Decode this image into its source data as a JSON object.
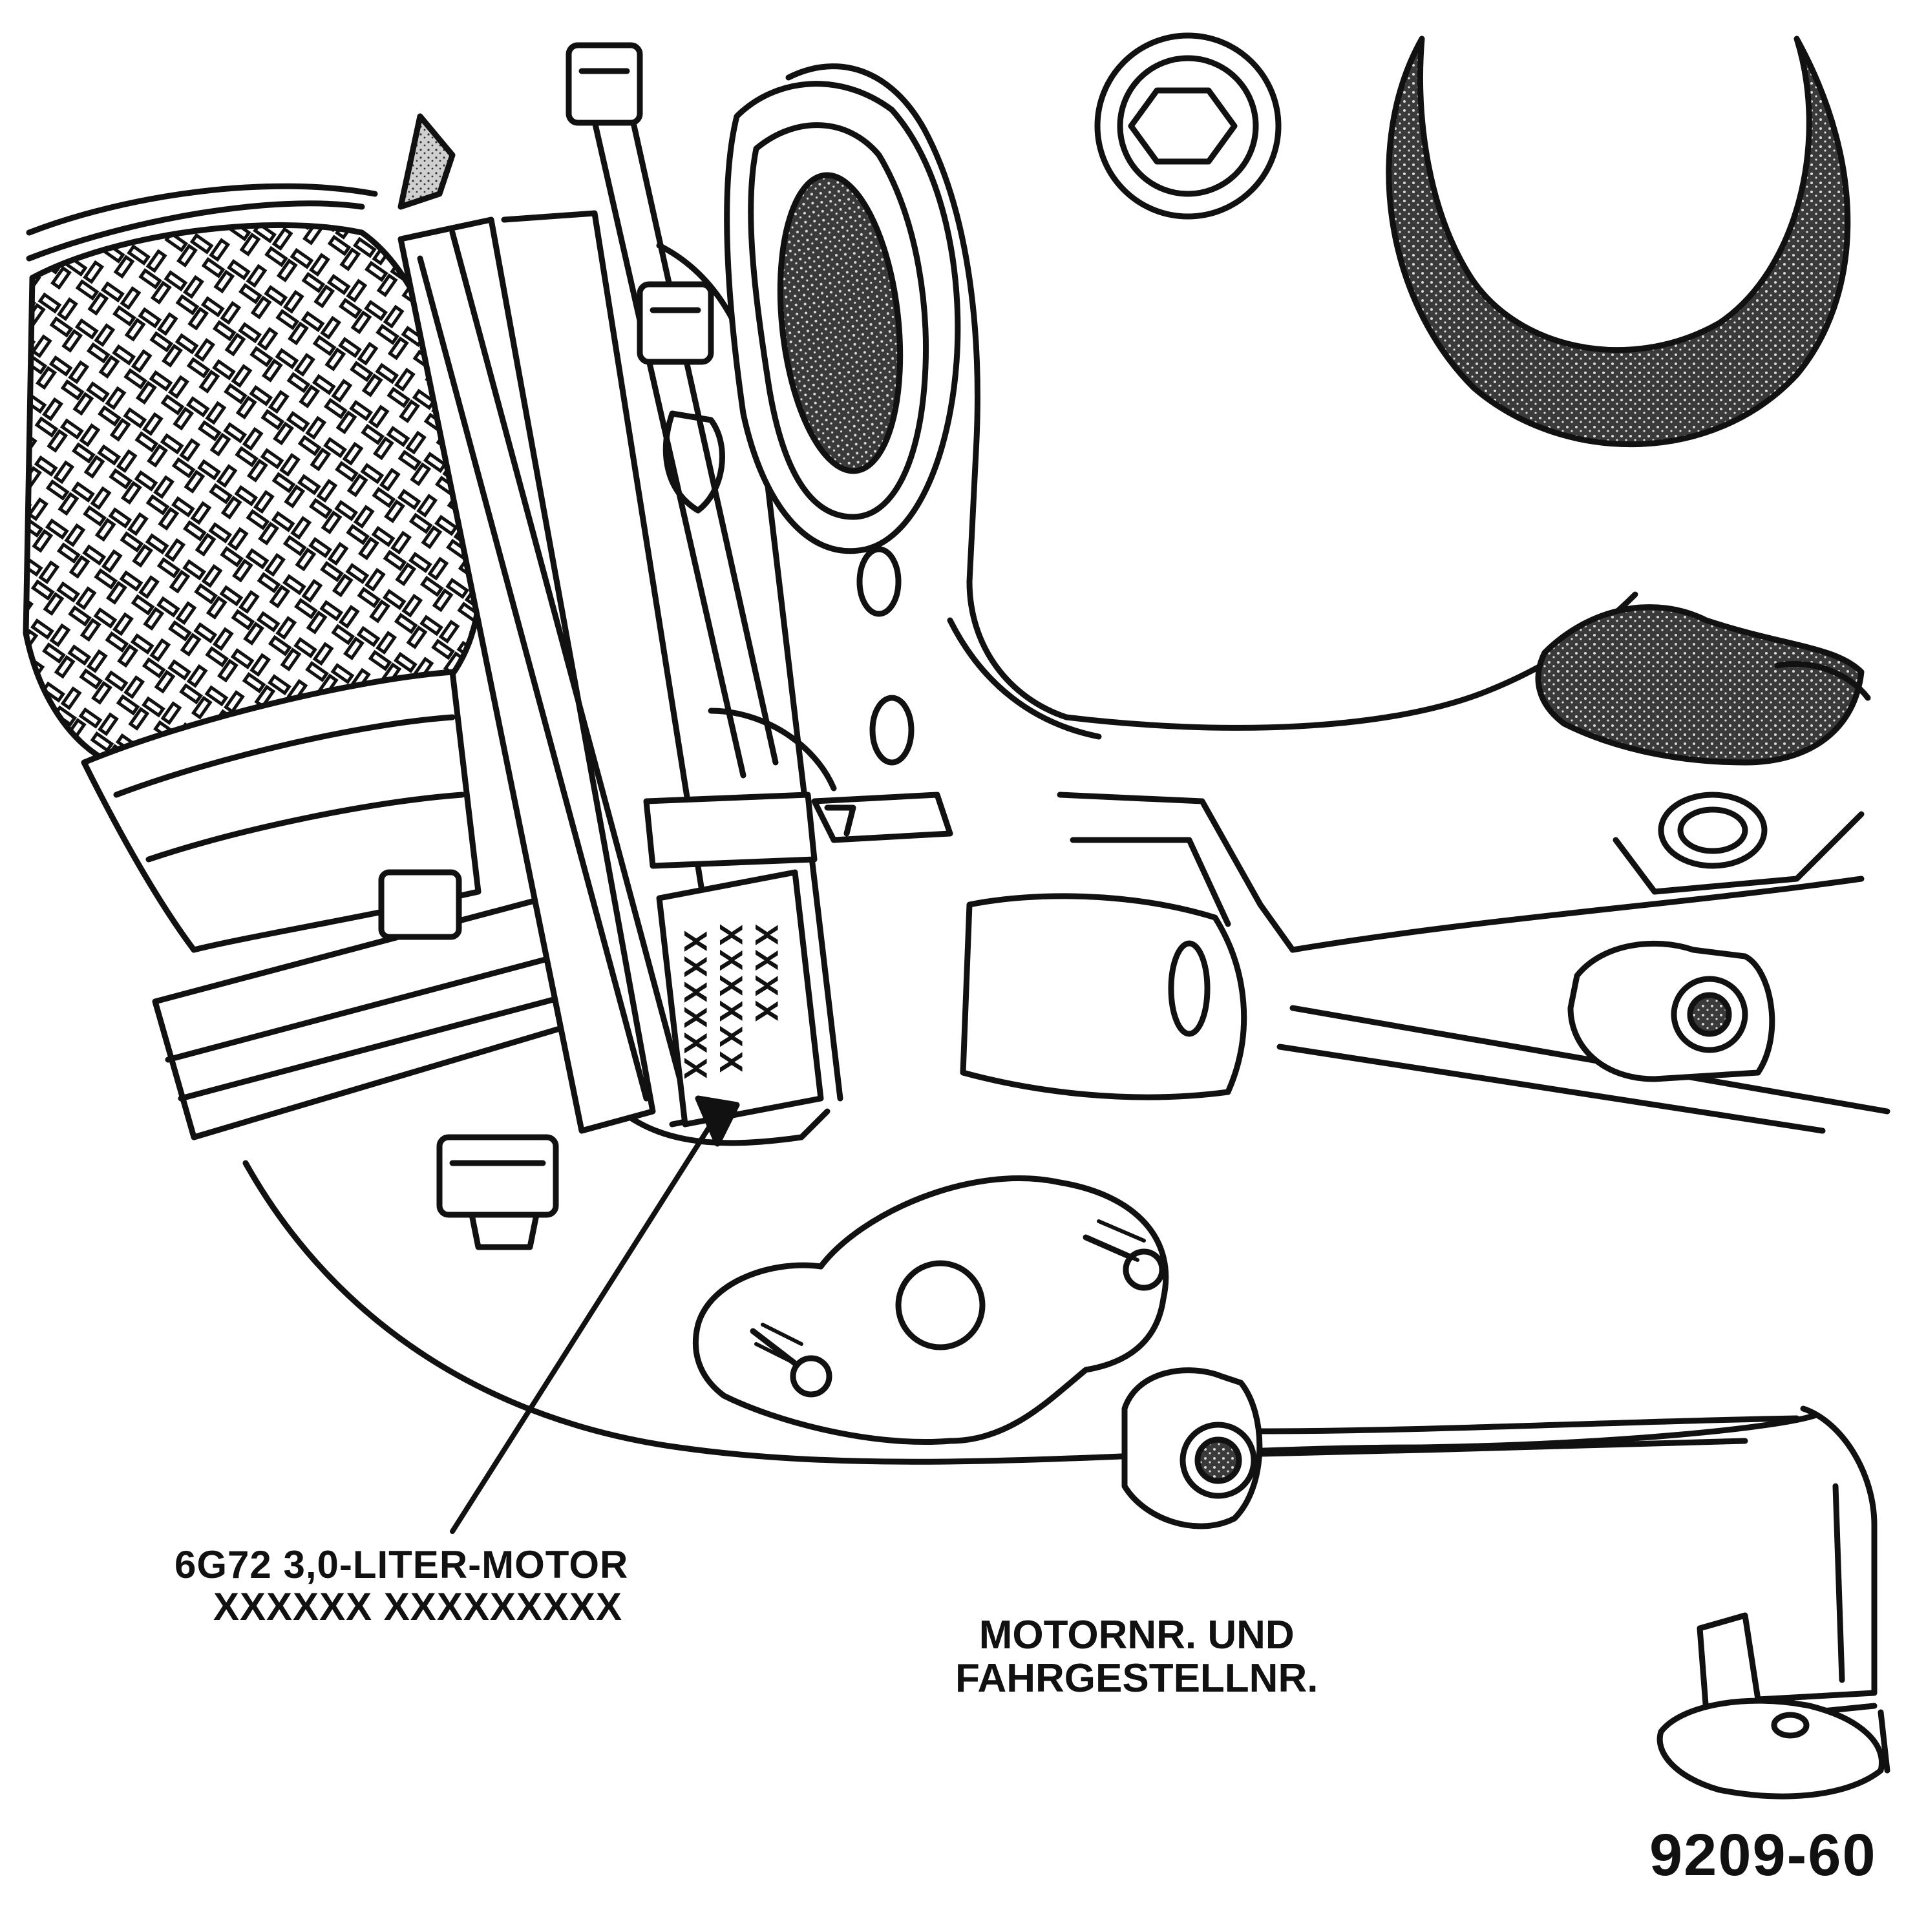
{
  "labels": {
    "engine_line1": "6G72 3,0-LITER-MOTOR",
    "engine_line2": "XXXXXX XXXXXXXXX",
    "number_line1": "MOTORNR. UND",
    "number_line2": "FAHRGESTELLNR.",
    "figure_number": "9209-60"
  },
  "stamp": {
    "line1": "XXXX",
    "line2": "XXXXXX",
    "line3": "XXXXXX"
  },
  "colors": {
    "ink": "#111111",
    "paper": "#ffffff",
    "shade": "#777777"
  }
}
